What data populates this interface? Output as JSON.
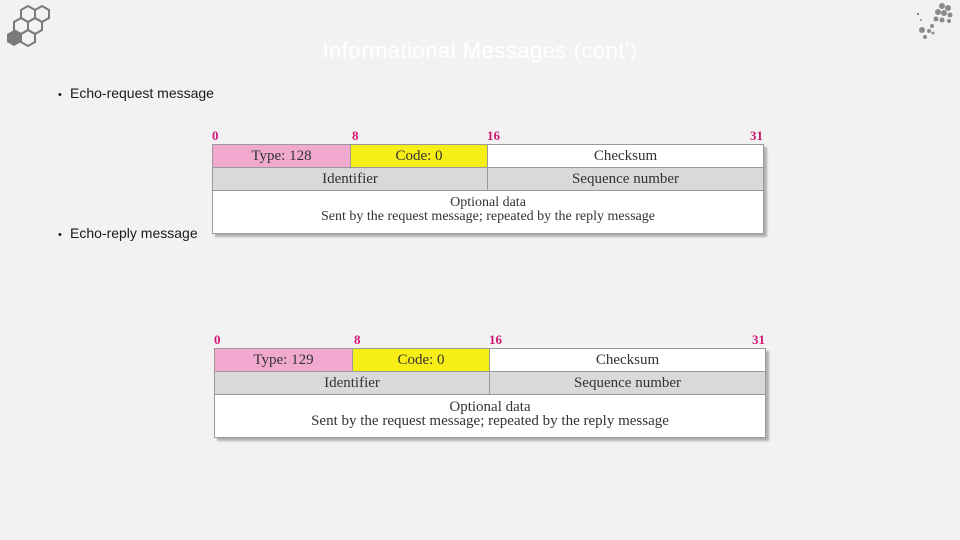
{
  "slide": {
    "title": "Informational Messages (cont')",
    "bullets": [
      "Echo-request message",
      "Echo-reply message"
    ]
  },
  "colors": {
    "type_field": "#f2a9cf",
    "code_field": "#f7ee17",
    "id_row": "#d9d9d9",
    "bit_labels": "#d01775"
  },
  "formats": [
    {
      "bits": [
        "0",
        "8",
        "16",
        "31"
      ],
      "type": "Type: 128",
      "code": "Code: 0",
      "checksum": "Checksum",
      "identifier": "Identifier",
      "sequence": "Sequence number",
      "optional": "Optional data",
      "optional_note": "Sent by the request message; repeated by the reply message"
    },
    {
      "bits": [
        "0",
        "8",
        "16",
        "31"
      ],
      "type": "Type: 129",
      "code": "Code: 0",
      "checksum": "Checksum",
      "identifier": "Identifier",
      "sequence": "Sequence number",
      "optional": "Optional data",
      "optional_note": "Sent by the request message; repeated by the reply message"
    }
  ]
}
